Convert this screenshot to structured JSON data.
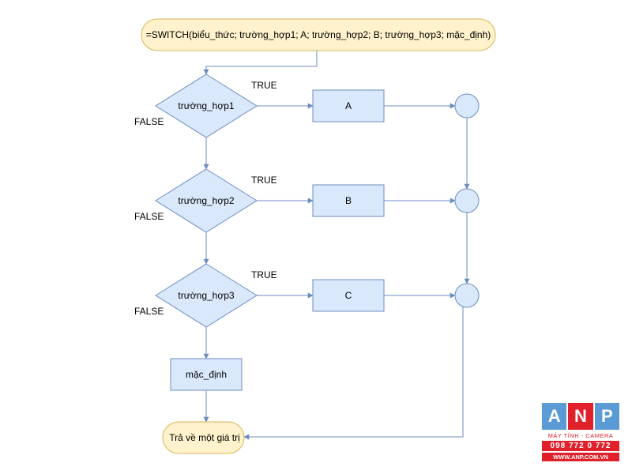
{
  "diagram": {
    "formula": "=SWITCH(biểu_thức; trường_hợp1; A; trường_hợp2; B; trường_hợp3; mặc_định)",
    "decisions": [
      {
        "label": "trường_hợp1",
        "true_label": "TRUE",
        "false_label": "FALSE"
      },
      {
        "label": "trường_hợp2",
        "true_label": "TRUE",
        "false_label": "FALSE"
      },
      {
        "label": "trường_hợp3",
        "true_label": "TRUE",
        "false_label": "FALSE"
      }
    ],
    "results": [
      {
        "label": "A"
      },
      {
        "label": "B"
      },
      {
        "label": "C"
      }
    ],
    "default_label": "mặc_định",
    "end_label": "Trả về một giá trị"
  },
  "logo": {
    "letters": [
      "A",
      "N",
      "P"
    ],
    "letter_colors": [
      "#5b9bd5",
      "#e0202a",
      "#5b9bd5"
    ],
    "line1": "MÁY TÍNH - CAMERA",
    "phone": "098 772 0 772",
    "web": "WWW.ANP.COM.VN"
  },
  "colors": {
    "terminal_fill": "#fff2cc",
    "terminal_stroke": "#d6b656",
    "node_fill": "#dae8fc",
    "node_stroke": "#6c8ebf",
    "edge": "#6c8ebf"
  }
}
